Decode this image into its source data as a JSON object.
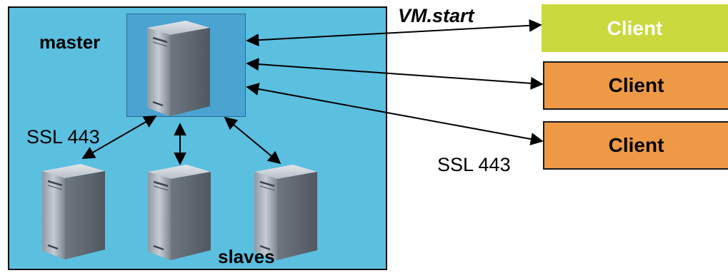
{
  "labels": {
    "master": "master",
    "slaves": "slaves",
    "ssl_left": "SSL 443",
    "ssl_right": "SSL 443",
    "vm_start": "VM.start"
  },
  "clients": [
    {
      "label": "Client",
      "color": "#c9d93e",
      "text_color": "#ffffff"
    },
    {
      "label": "Client",
      "color": "#ee9945",
      "text_color": "#000000"
    },
    {
      "label": "Client",
      "color": "#ee9945",
      "text_color": "#000000"
    }
  ],
  "colors": {
    "pool_background": "#5bbfe0",
    "master_box": "#4aa3d1",
    "server_body": "#9aa3ad",
    "arrow": "#000000"
  },
  "icons": [
    "server-icon-master",
    "server-icon-slave-1",
    "server-icon-slave-2",
    "server-icon-slave-3"
  ]
}
